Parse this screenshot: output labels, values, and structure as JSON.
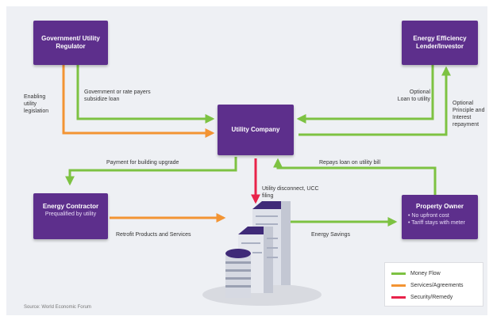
{
  "colors": {
    "money": "#7dc242",
    "services": "#f39433",
    "security": "#e8234a",
    "node": "#5d2f8c"
  },
  "nodes": {
    "government": {
      "title": "Government/ Utility Regulator"
    },
    "lender": {
      "title": "Energy Efficiency Lender/Investor"
    },
    "utility": {
      "title": "Utility Company"
    },
    "contractor": {
      "title": "Energy Contractor",
      "subtitle": "Prequalified by utility"
    },
    "owner": {
      "title": "Property Owner",
      "bullets": [
        "• No upfront cost",
        "• Tariff stays with meter"
      ]
    }
  },
  "flow_labels": {
    "enabling": "Enabling utility legislation",
    "subsidized": "Government or rate payers subsidize loan",
    "optional_loan": "Optional Loan to utility",
    "optional_repayment": "Optional Principle and Interest repayment",
    "payment_upgrade": "Payment for building upgrade",
    "repays_loan": "Repays loan on utility bill",
    "disconnect": "Utility disconnect, UCC filing",
    "retrofit": "Retrofit Products and Services",
    "savings": "Energy Savings"
  },
  "legend": {
    "money": "Money Flow",
    "services": "Services/Agreements",
    "security": "Security/Remedy"
  },
  "source": "Source: World Economic Forum"
}
